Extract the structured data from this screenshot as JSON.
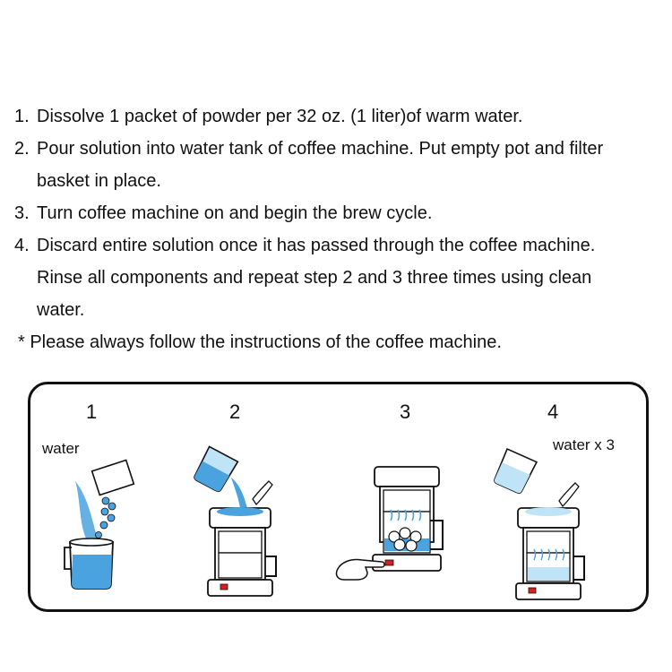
{
  "instructions": [
    {
      "number": "1.",
      "lines": [
        "Dissolve 1 packet of powder per 32 oz. (1 liter)of warm water."
      ]
    },
    {
      "number": "2.",
      "lines": [
        "Pour solution into water tank of coffee machine. Put empty pot and filter",
        "basket in place."
      ]
    },
    {
      "number": "3.",
      "lines": [
        "Turn coffee machine on and begin the brew cycle."
      ]
    },
    {
      "number": "4.",
      "lines": [
        "Discard entire solution once it has passed through the coffee machine.",
        "Rinse all components and repeat step 2 and 3 three times using clean",
        "water."
      ]
    }
  ],
  "note": "* Please always follow the instructions of the coffee machine.",
  "diagram": {
    "steps": [
      {
        "number": "1",
        "label": "water"
      },
      {
        "number": "2",
        "label": ""
      },
      {
        "number": "3",
        "label": ""
      },
      {
        "number": "4",
        "label": "water x 3"
      }
    ],
    "colors": {
      "water": "#4aa3df",
      "light_water": "#bfe3f7",
      "outline": "#111111",
      "button": "#d6201f"
    }
  }
}
